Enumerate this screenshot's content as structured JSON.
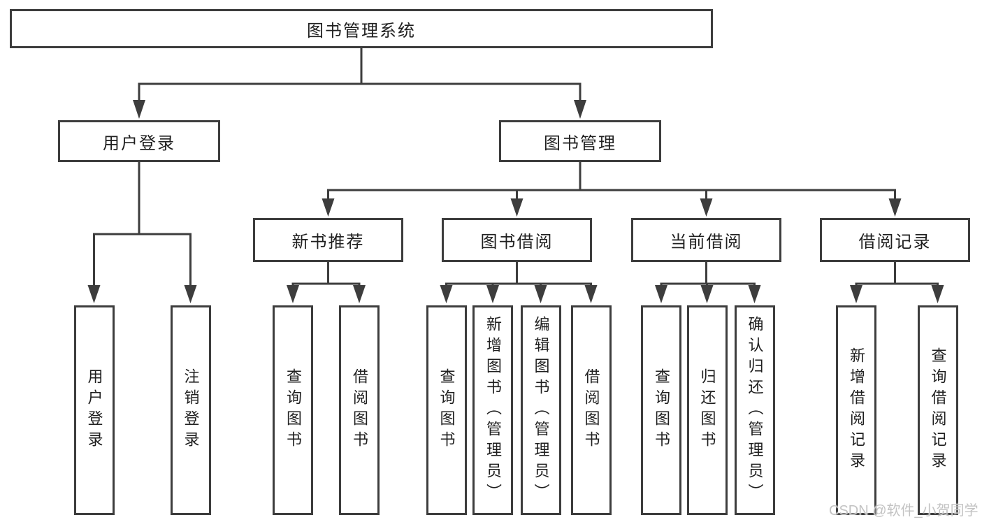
{
  "diagram": {
    "nodes": {
      "root": "图书管理系统",
      "user_login": "用户登录",
      "book_management": "图书管理",
      "new_book_recommend": "新书推荐",
      "book_borrowing": "图书借阅",
      "current_borrowing": "当前借阅",
      "borrowing_records": "借阅记录"
    },
    "leaves": [
      {
        "label": "用户登录"
      },
      {
        "label": "注销登录"
      },
      {
        "label": "查询图书"
      },
      {
        "label": "借阅图书"
      },
      {
        "label": "查询图书"
      },
      {
        "label": "新增图书（管理员）"
      },
      {
        "label": "编辑图书（管理员）"
      },
      {
        "label": "借阅图书"
      },
      {
        "label": "查询图书"
      },
      {
        "label": "归还图书"
      },
      {
        "label": "确认归还（管理员）"
      },
      {
        "label": "新增借阅记录"
      },
      {
        "label": "查询借阅记录"
      }
    ],
    "line_color": "#3d3d3d",
    "watermark": "CSDN @软件_小贺同学"
  }
}
